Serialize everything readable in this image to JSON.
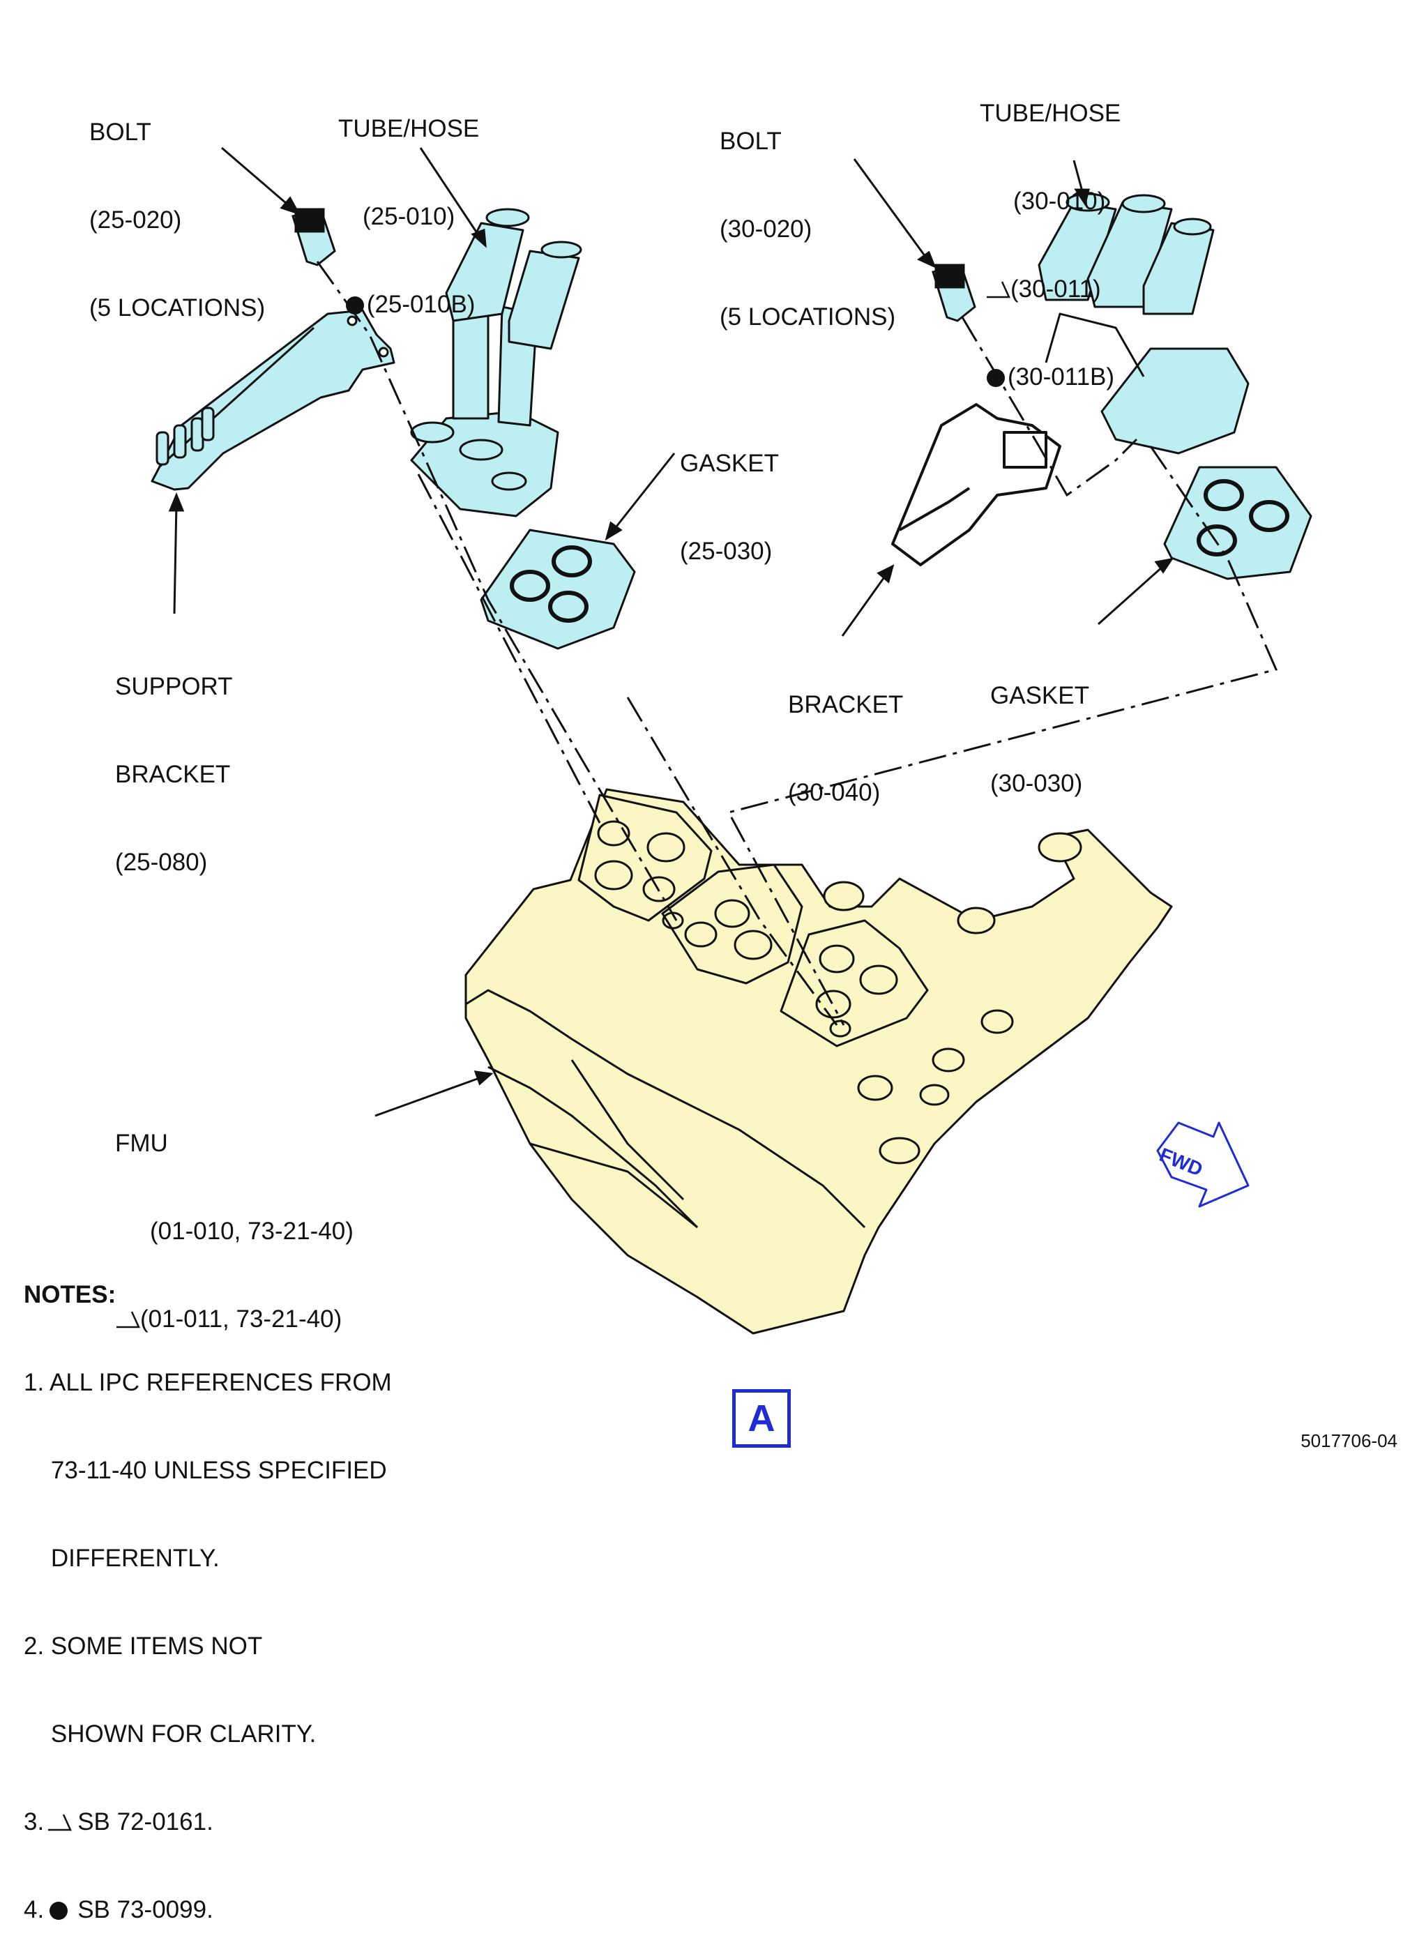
{
  "labels": {
    "bolt_left": [
      "BOLT",
      "(25-020)",
      "(5 LOCATIONS)"
    ],
    "tube_left": [
      "TUBE/HOSE",
      "(25-010)",
      "(25-010B)"
    ],
    "bolt_right": [
      "BOLT",
      "(30-020)",
      "(5 LOCATIONS)"
    ],
    "tube_right": [
      "TUBE/HOSE",
      "(30-010)",
      "(30-011)",
      "(30-011B)"
    ],
    "gasket_left": [
      "GASKET",
      "(25-030)"
    ],
    "support_bracket": [
      "SUPPORT",
      "BRACKET",
      "(25-080)"
    ],
    "bracket": [
      "BRACKET",
      "(30-040)"
    ],
    "gasket_right": [
      "GASKET",
      "(30-030)"
    ],
    "fmu": [
      "FMU",
      "(01-010, 73-21-40)",
      "(01-011, 73-21-40)"
    ]
  },
  "notes": {
    "heading": "NOTES:",
    "n1": [
      "1. ALL IPC REFERENCES FROM",
      "    73-11-40 UNLESS SPECIFIED",
      "    DIFFERENTLY."
    ],
    "n2": [
      "2. SOME ITEMS NOT",
      "    SHOWN FOR CLARITY."
    ],
    "n3": "SB 72-0161.",
    "n3_num": "3.",
    "n4": "SB 73-0099.",
    "n4_num": "4."
  },
  "fwd_label": "FWD",
  "view_label": "A",
  "figure_number": "5017706-04",
  "colors": {
    "tube": "#bdeff2",
    "fmu": "#fbf6c4",
    "accent_blue": "#1f2bd6",
    "line": "#111111"
  },
  "symbols": {
    "triangle": "sb-72-0161-triangle-icon",
    "dot": "sb-73-0099-dot-icon"
  }
}
